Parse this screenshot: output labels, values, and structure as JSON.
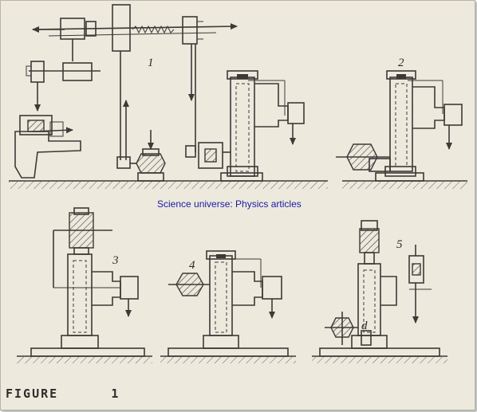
{
  "caption": "FIGURE 1",
  "watermark": "Science universe: Physics articles",
  "panel_labels": [
    "1",
    "2",
    "3",
    "4",
    "5"
  ],
  "detail_label": "d",
  "colors": {
    "paper": "#ede9dd",
    "ink": "#3c3a37",
    "watermark": "#1a1aa8"
  }
}
